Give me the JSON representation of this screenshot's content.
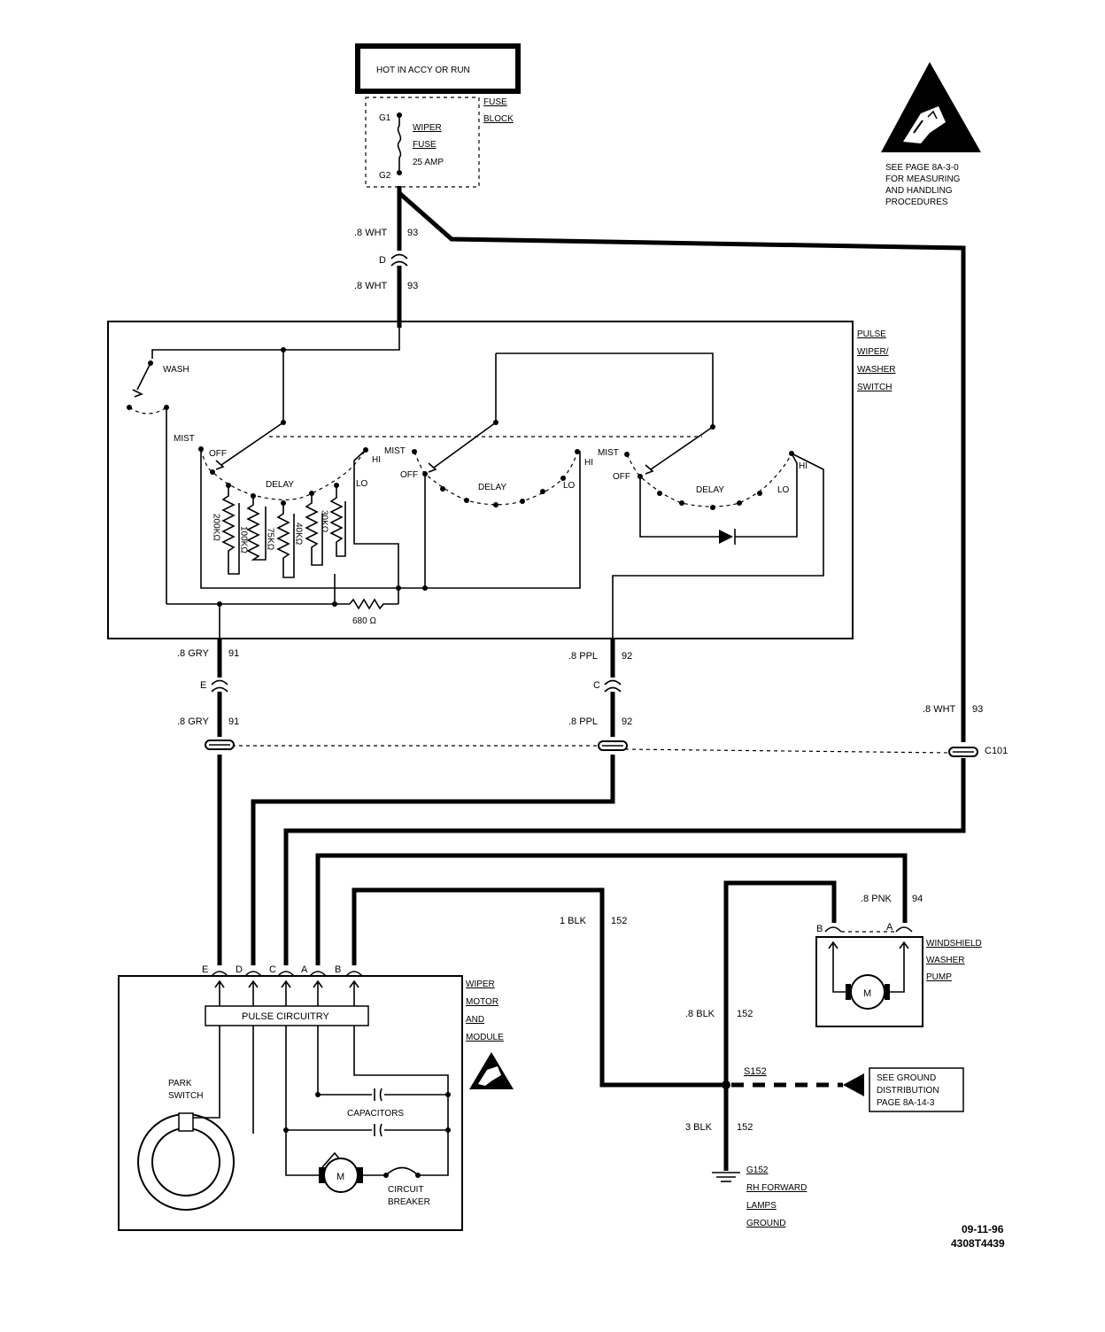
{
  "fuse_block": {
    "header": "HOT IN ACCY OR RUN",
    "title_lines": [
      "FUSE",
      "BLOCK"
    ],
    "terminal_top": "G1",
    "terminal_bottom": "G2",
    "fuse_lines": [
      "WIPER",
      "FUSE",
      "25 AMP"
    ]
  },
  "esd_notice": {
    "lines": [
      "SEE PAGE 8A-3-0",
      "FOR MEASURING",
      "AND HANDLING",
      "PROCEDURES"
    ]
  },
  "wires": {
    "feed_upper": {
      "gauge": ".8 WHT",
      "circuit": "93"
    },
    "feed_connector": "D",
    "feed_lower": {
      "gauge": ".8 WHT",
      "circuit": "93"
    },
    "gry_upper": {
      "gauge": ".8 GRY",
      "circuit": "91"
    },
    "gry_connector": "E",
    "gry_lower": {
      "gauge": ".8 GRY",
      "circuit": "91"
    },
    "ppl_upper": {
      "gauge": ".8 PPL",
      "circuit": "92"
    },
    "ppl_connector": "C",
    "ppl_lower": {
      "gauge": ".8 PPL",
      "circuit": "92"
    },
    "wht_right": {
      "gauge": ".8 WHT",
      "circuit": "93"
    },
    "c101": "C101",
    "pnk": {
      "gauge": ".8 PNK",
      "circuit": "94"
    },
    "blk1": {
      "gauge": "1 BLK",
      "circuit": "152"
    },
    "blk8": {
      "gauge": ".8 BLK",
      "circuit": "152"
    },
    "blk3": {
      "gauge": "3 BLK",
      "circuit": "152"
    }
  },
  "switch": {
    "title_lines": [
      "PULSE",
      "WIPER/",
      "WASHER",
      "SWITCH"
    ],
    "wash": "WASH",
    "mist": "MIST",
    "off": "OFF",
    "delay": "DELAY",
    "hi": "HI",
    "lo": "LO",
    "resistors": [
      "200KΩ",
      "100KΩ",
      "75KΩ",
      "40KΩ",
      "30KΩ"
    ],
    "resistor_680": "680 Ω"
  },
  "motor_module": {
    "title_lines": [
      "WIPER",
      "MOTOR",
      "AND",
      "MODULE"
    ],
    "pins": [
      "E",
      "D",
      "C",
      "A",
      "B"
    ],
    "pulse_circuitry": "PULSE CIRCUITRY",
    "park_switch_lines": [
      "PARK",
      "SWITCH"
    ],
    "capacitors": "CAPACITORS",
    "motor": "M",
    "circuit_breaker_lines": [
      "CIRCUIT",
      "BREAKER"
    ]
  },
  "washer_pump": {
    "title_lines": [
      "WINDSHIELD",
      "WASHER",
      "PUMP"
    ],
    "pin_b": "B",
    "pin_a": "A",
    "motor": "M"
  },
  "ground": {
    "splice": "S152",
    "distribution_lines": [
      "SEE GROUND",
      "DISTRIBUTION",
      "PAGE 8A-14-3"
    ],
    "ground_id": "G152",
    "ground_lines": [
      "RH FORWARD",
      "LAMPS",
      "GROUND"
    ]
  },
  "footer": {
    "date": "09-11-96",
    "code": "4308T4439"
  }
}
